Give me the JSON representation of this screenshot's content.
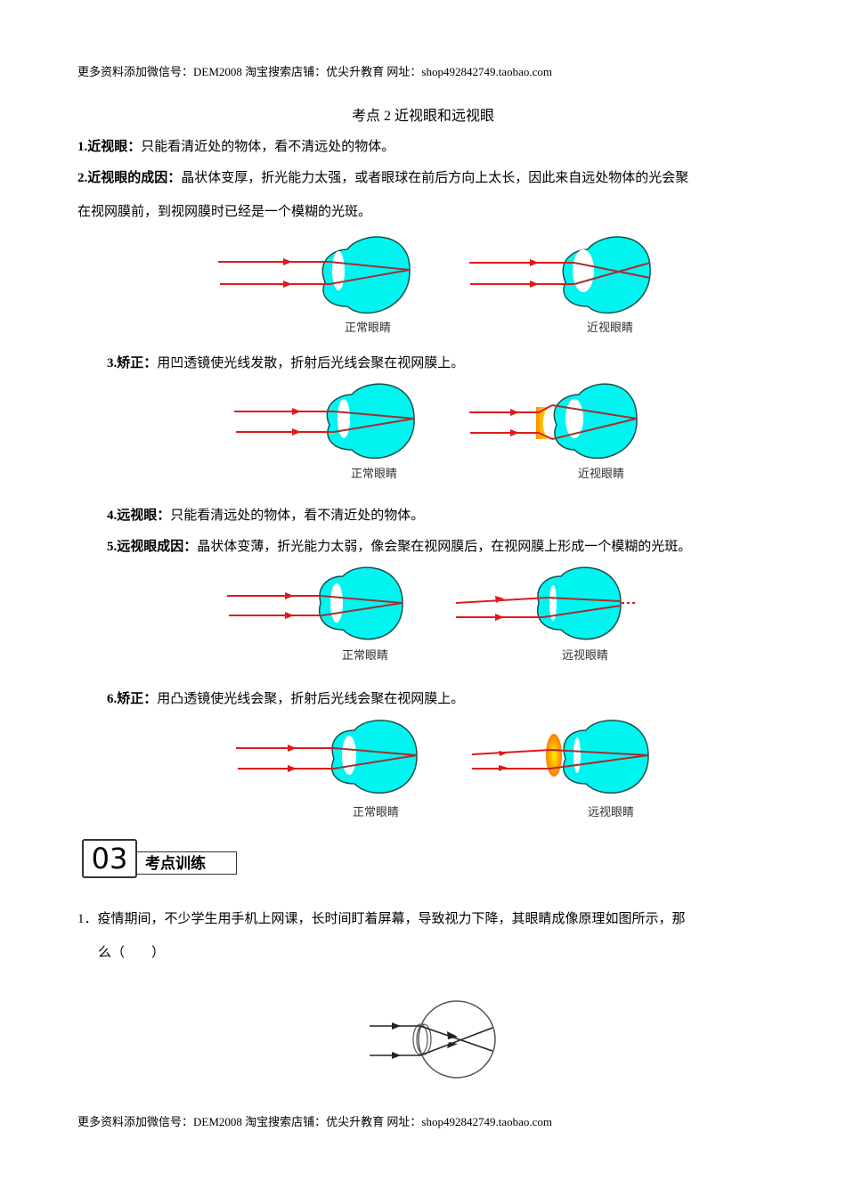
{
  "header_line": "更多资料添加微信号：DEM2008  淘宝搜索店铺：优尖升教育 网址：shop492842749.taobao.com",
  "footer_line": "更多资料添加微信号：DEM2008  淘宝搜索店铺：优尖升教育 网址：shop492842749.taobao.com",
  "section_title": "考点 2 近视眼和远视眼",
  "points": [
    {
      "label": "1.近视眼：",
      "text": "只能看清近处的物体，看不清远处的物体。"
    },
    {
      "label": "2.近视眼的成因：",
      "text": "晶状体变厚，折光能力太强，或者眼球在前后方向上太长，因此来自远处物体的光会聚",
      "text_cont": "在视网膜前，到视网膜时已经是一个模糊的光斑。"
    },
    {
      "label": "3.矫正：",
      "text": "用凹透镜使光线发散，折射后光线会聚在视网膜上。"
    },
    {
      "label": "4.远视眼：",
      "text": "只能看清远处的物体，看不清近处的物体。"
    },
    {
      "label": "5.远视眼成因：",
      "text": "晶状体变薄，折光能力太弱，像会聚在视网膜后，在视网膜上形成一个模糊的光斑。"
    },
    {
      "label": "6.矫正：",
      "text": "用凸透镜使光线会聚，折射后光线会聚在视网膜上。"
    }
  ],
  "figures": [
    {
      "left_caption": "正常眼睛",
      "right_caption": "近视眼睛"
    },
    {
      "left_caption": "正常眼睛",
      "right_caption": "近视眼睛"
    },
    {
      "left_caption": "正常眼睛",
      "right_caption": "远视眼睛"
    },
    {
      "left_caption": "正常眼睛",
      "right_caption": "远视眼睛"
    }
  ],
  "training_badge": {
    "number": "03",
    "label": "考点训练"
  },
  "question1": {
    "text": "1．疫情期间，不少学生用手机上网课，长时间盯着屏幕，导致视力下降，其眼睛成像原理如图所示，那",
    "text_cont": "么（　　）"
  },
  "colors": {
    "eye_fill": "#00f5f0",
    "ray": "#e0191c",
    "outline": "#1f4d4d"
  }
}
